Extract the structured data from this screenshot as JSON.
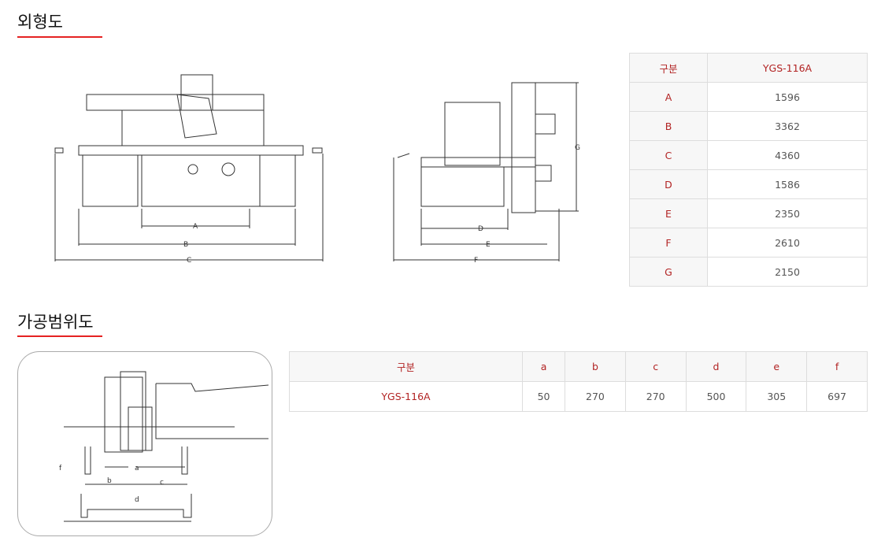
{
  "sections": {
    "outline_title": "외형도",
    "range_title": "가공범위도"
  },
  "spec_table": {
    "header": [
      "구분",
      "YGS-116A"
    ],
    "rows": [
      [
        "A",
        "1596"
      ],
      [
        "B",
        "3362"
      ],
      [
        "C",
        "4360"
      ],
      [
        "D",
        "1586"
      ],
      [
        "E",
        "2350"
      ],
      [
        "F",
        "2610"
      ],
      [
        "G",
        "2150"
      ]
    ]
  },
  "range_table": {
    "header": [
      "구분",
      "a",
      "b",
      "c",
      "d",
      "e",
      "f"
    ],
    "row": [
      "YGS-116A",
      "50",
      "270",
      "270",
      "500",
      "305",
      "697"
    ]
  },
  "drawing_labels": {
    "front": [
      "A",
      "B",
      "C"
    ],
    "side": [
      "D",
      "E",
      "F",
      "G"
    ],
    "range": [
      "a",
      "b",
      "c",
      "d",
      "f"
    ]
  },
  "colors": {
    "accent": "#e52222",
    "header_text": "#b22323"
  }
}
